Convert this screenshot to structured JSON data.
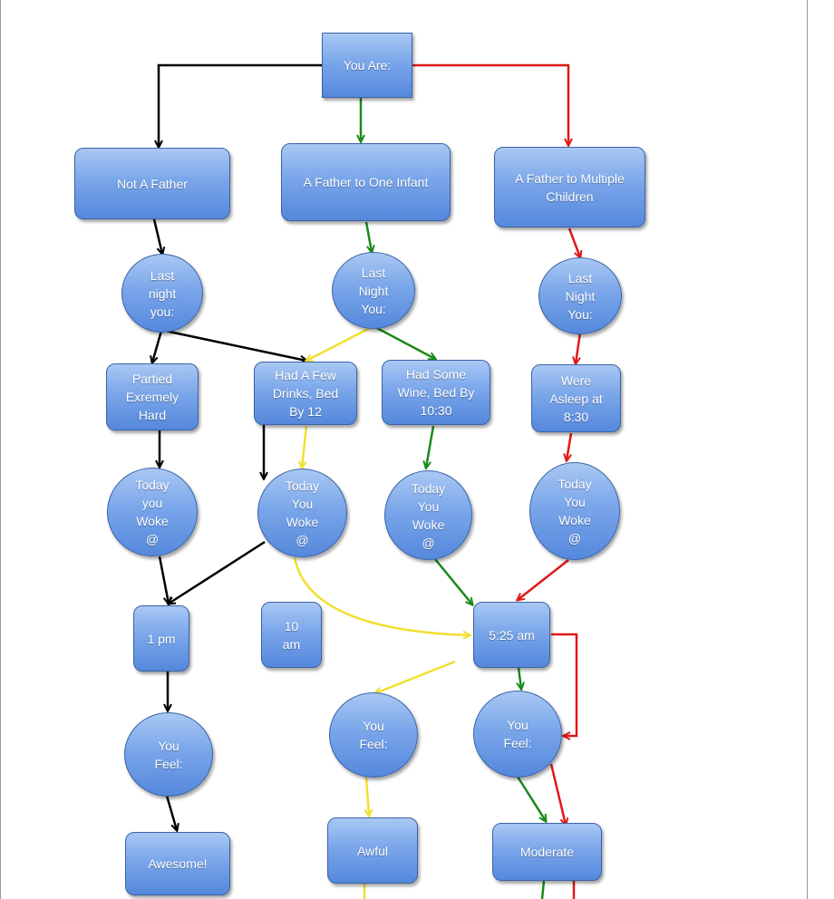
{
  "diagram": {
    "nodes": [
      {
        "id": "you_are",
        "label": "You Are:"
      },
      {
        "id": "not_father",
        "label": "Not A Father"
      },
      {
        "id": "father_one",
        "label": "A Father to One Infant"
      },
      {
        "id": "father_multi",
        "label": "A Father to Multiple\nChildren"
      },
      {
        "id": "last_night_1",
        "label": "Last\nnight\nyou:"
      },
      {
        "id": "last_night_2",
        "label": "Last\nNight\nYou:"
      },
      {
        "id": "last_night_3",
        "label": "Last\nNight\nYou:"
      },
      {
        "id": "partied",
        "label": "Partied\nExremely\nHard"
      },
      {
        "id": "few_drinks",
        "label": "Had A Few\nDrinks, Bed\nBy 12"
      },
      {
        "id": "some_wine",
        "label": "Had Some\nWine, Bed By\n10:30"
      },
      {
        "id": "asleep",
        "label": "Were\nAsleep at\n8:30"
      },
      {
        "id": "today_1",
        "label": "Today\nyou\nWoke\n@"
      },
      {
        "id": "today_2",
        "label": "Today\nYou\nWoke\n@"
      },
      {
        "id": "today_3",
        "label": "Today\nYou\nWoke\n@"
      },
      {
        "id": "today_4",
        "label": "Today\nYou\nWoke\n@"
      },
      {
        "id": "one_pm",
        "label": "1 pm"
      },
      {
        "id": "ten_am",
        "label": "10\nam"
      },
      {
        "id": "five_am",
        "label": "5:25 am"
      },
      {
        "id": "feel_1",
        "label": "You\nFeel:"
      },
      {
        "id": "feel_2",
        "label": "You\nFeel:"
      },
      {
        "id": "feel_3",
        "label": "You\nFeel:"
      },
      {
        "id": "awesome",
        "label": "Awesome!"
      },
      {
        "id": "awful",
        "label": "Awful"
      },
      {
        "id": "moderate",
        "label": "Moderate"
      }
    ],
    "edges": [
      {
        "from": "you_are",
        "to": "not_father",
        "color": "#000000"
      },
      {
        "from": "you_are",
        "to": "father_one",
        "color": "#1a8a1a"
      },
      {
        "from": "you_are",
        "to": "father_multi",
        "color": "#e01818"
      },
      {
        "from": "not_father",
        "to": "last_night_1",
        "color": "#000000"
      },
      {
        "from": "father_one",
        "to": "last_night_2",
        "color": "#1a8a1a"
      },
      {
        "from": "father_multi",
        "to": "last_night_3",
        "color": "#e01818"
      },
      {
        "from": "last_night_1",
        "to": "partied",
        "color": "#000000"
      },
      {
        "from": "last_night_1",
        "to": "few_drinks",
        "color": "#000000"
      },
      {
        "from": "last_night_2",
        "to": "few_drinks",
        "color": "#f0e030"
      },
      {
        "from": "last_night_2",
        "to": "some_wine",
        "color": "#1a8a1a"
      },
      {
        "from": "last_night_3",
        "to": "asleep",
        "color": "#e01818"
      },
      {
        "from": "partied",
        "to": "today_1",
        "color": "#000000"
      },
      {
        "from": "few_drinks",
        "to": "today_2",
        "color": "#000000"
      },
      {
        "from": "few_drinks",
        "to": "today_2",
        "color": "#f0e030"
      },
      {
        "from": "some_wine",
        "to": "today_3",
        "color": "#1a8a1a"
      },
      {
        "from": "asleep",
        "to": "today_4",
        "color": "#e01818"
      },
      {
        "from": "today_1",
        "to": "one_pm",
        "color": "#000000"
      },
      {
        "from": "today_2",
        "to": "one_pm",
        "color": "#000000"
      },
      {
        "from": "today_2",
        "to": "five_am",
        "color": "#f0e030"
      },
      {
        "from": "today_3",
        "to": "five_am",
        "color": "#1a8a1a"
      },
      {
        "from": "today_4",
        "to": "five_am",
        "color": "#e01818"
      },
      {
        "from": "one_pm",
        "to": "feel_1",
        "color": "#000000"
      },
      {
        "from": "five_am",
        "to": "feel_2",
        "color": "#f0e030"
      },
      {
        "from": "five_am",
        "to": "feel_3",
        "color": "#1a8a1a"
      },
      {
        "from": "five_am",
        "to": "feel_3",
        "color": "#e01818"
      },
      {
        "from": "feel_1",
        "to": "awesome",
        "color": "#000000"
      },
      {
        "from": "feel_2",
        "to": "awful",
        "color": "#f0e030"
      },
      {
        "from": "feel_3",
        "to": "moderate",
        "color": "#1a8a1a"
      },
      {
        "from": "feel_3",
        "to": "moderate",
        "color": "#e01818"
      }
    ]
  }
}
